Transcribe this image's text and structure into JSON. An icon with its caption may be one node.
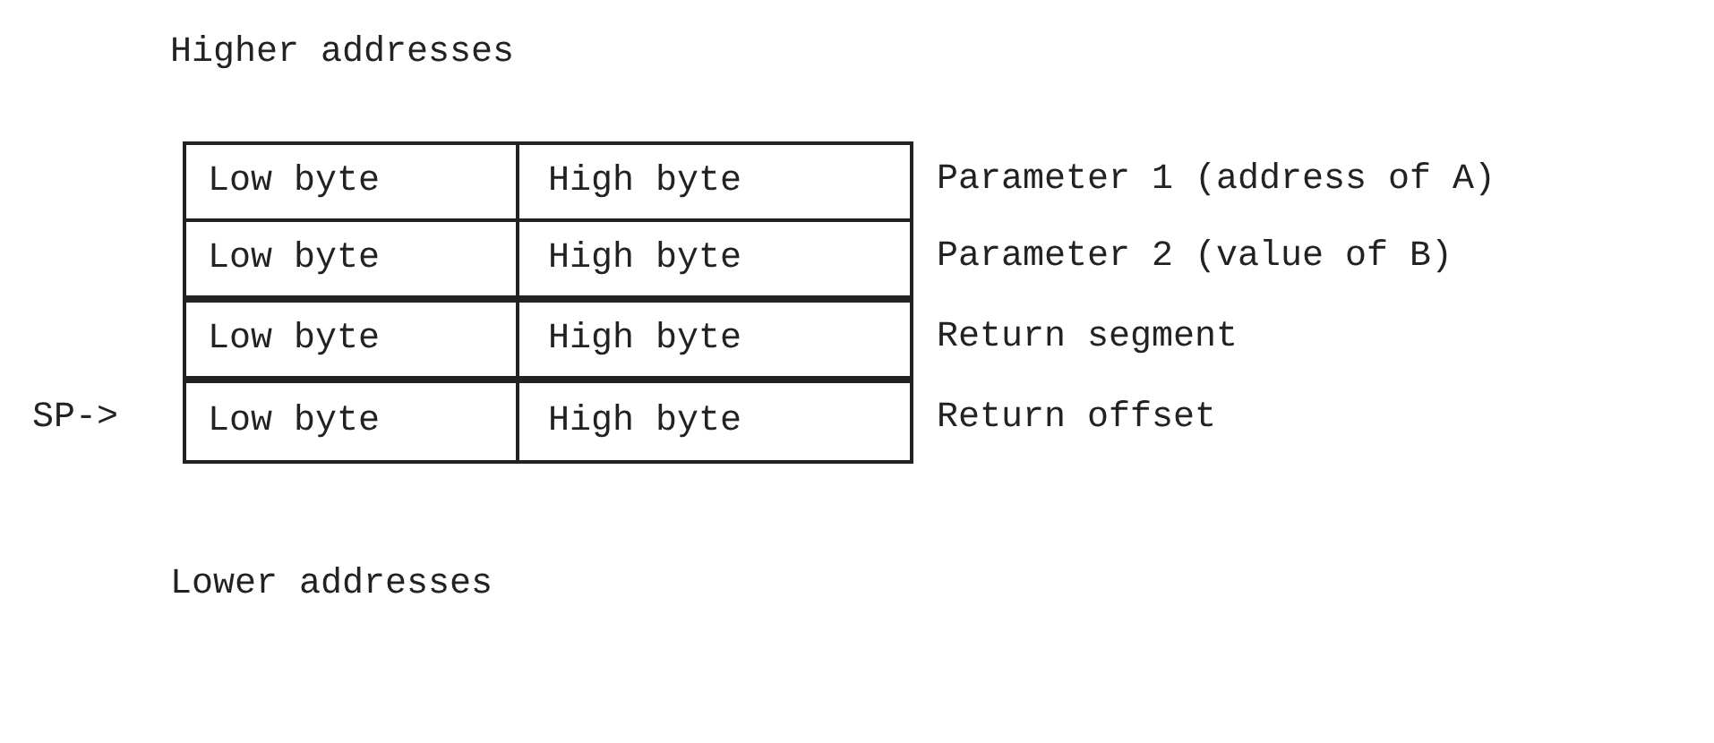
{
  "diagram": {
    "nodes": [
      {
        "text": [
          "Low byte",
          "High byte"
        ],
        "beside": [
          "Parameter 1 (address of A)"
        ]
      },
      {
        "text": [
          "Low byte",
          "High byte"
        ],
        "beside": [
          "Parameter 2 (value of B)"
        ]
      },
      {
        "text": [
          "Low byte",
          "High byte"
        ],
        "beside": [
          "Return segment"
        ]
      },
      {
        "text": [
          "Low byte",
          "High byte"
        ],
        "beside": [
          "Return offset"
        ]
      }
    ],
    "labels": [
      "Higher addresses",
      "SP->",
      "Lower addresses"
    ]
  }
}
